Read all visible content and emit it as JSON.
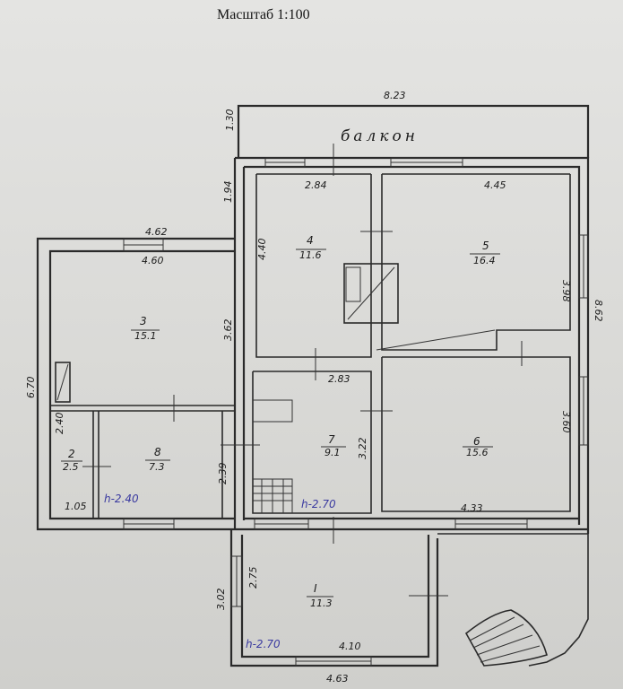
{
  "title": "Масштаб 1:100",
  "balcony_label": "балкон",
  "rooms": [
    {
      "id": "r1",
      "number": "1",
      "area": "11.3",
      "height": "h-2.70",
      "label_number": "I"
    },
    {
      "id": "r2",
      "number": "2",
      "area": "2.5"
    },
    {
      "id": "r3",
      "number": "3",
      "area": "15.1"
    },
    {
      "id": "r4",
      "number": "4",
      "area": "11.6"
    },
    {
      "id": "r5",
      "number": "5",
      "area": "16.4"
    },
    {
      "id": "r6",
      "number": "6",
      "area": "15.6"
    },
    {
      "id": "r7",
      "number": "7",
      "area": "9.1",
      "height": "h-2.70"
    },
    {
      "id": "r8",
      "number": "8",
      "area": "7.3",
      "height": "h-2.40"
    }
  ],
  "dimensions": {
    "top_overall": "8.23",
    "balcony_depth": "1.30",
    "r4_top": "2.84",
    "r5_top": "4.45",
    "left_wing_outer": "4.62",
    "left_wing_inner": "4.60",
    "r4_side": "4.40",
    "upper_left_side": "1.94",
    "r5_side": "3.98",
    "right_overall": "8.62",
    "r3_side": "3.62",
    "left_overall": "6.70",
    "r7_top": "2.83",
    "r6_side": "3.60",
    "r2_side": "2.40",
    "r7_side": "3.22",
    "r8_side": "2.39",
    "r2_bottom": "1.05",
    "r6_bottom": "4.33",
    "r1_outer_side": "3.02",
    "r1_inner_side": "2.75",
    "r1_inner_bottom": "4.10",
    "r1_outer_bottom": "4.63"
  }
}
